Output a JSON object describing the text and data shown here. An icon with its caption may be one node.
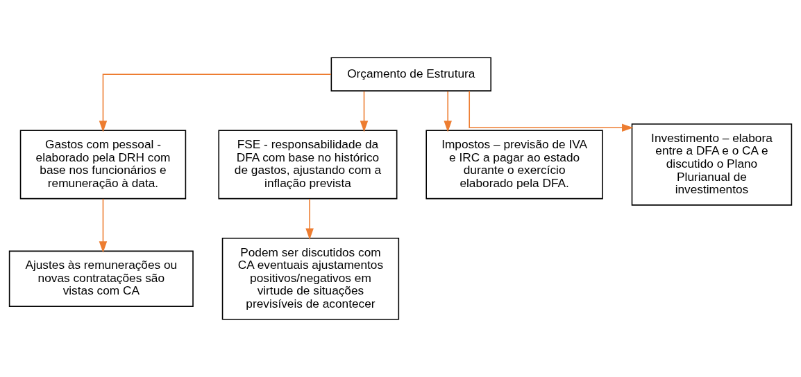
{
  "diagram": {
    "nodes": [
      {
        "text": [
          "Orçamento de Estrutura"
        ]
      },
      {
        "text": [
          "Gastos com pessoal - elaborado pela DRH com base nos funcionários e remuneração à data."
        ]
      },
      {
        "text": [
          "FSE - responsabilidade da DFA com base no histórico de gastos, ajustando com a inflação prevista"
        ]
      },
      {
        "text": [
          "Impostos – previsão de IVA e IRC a pagar ao estado durante o exercício elaborado pela DFA."
        ]
      },
      {
        "text": [
          "Investimento – elabora entre a DFA e o CA e discutido o Plano Plurianual de investimentos"
        ]
      },
      {
        "text": [
          "Ajustes às remunerações ou novas contratações são vistas com CA"
        ]
      },
      {
        "text": [
          "Podem ser discutidos com CA eventuais ajustamentos positivos/negativos em virtude de situações previsíveis de acontecer"
        ]
      }
    ],
    "edges": [
      {
        "from": 0,
        "to": 1,
        "arrow": "to"
      },
      {
        "from": 0,
        "to": 2,
        "arrow": "to"
      },
      {
        "from": 0,
        "to": 3,
        "arrow": "to"
      },
      {
        "from": 0,
        "to": 4,
        "arrow": "to"
      },
      {
        "from": 1,
        "to": 5,
        "arrow": "to"
      },
      {
        "from": 2,
        "to": 6,
        "arrow": "to"
      }
    ]
  }
}
